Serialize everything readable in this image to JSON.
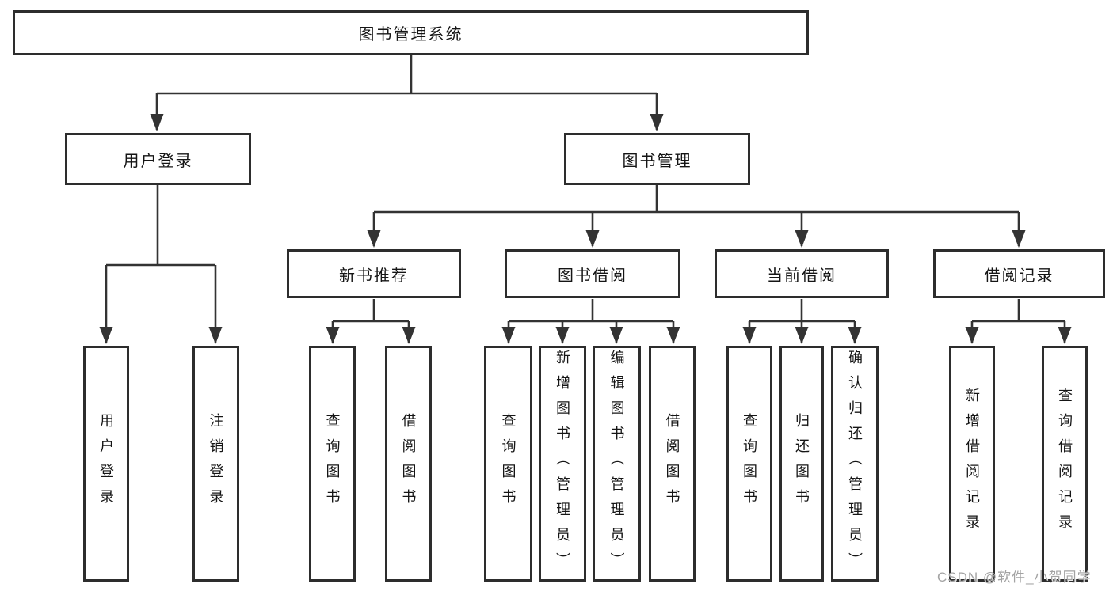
{
  "tree": {
    "root": {
      "label": "图书管理系统"
    },
    "branches": [
      {
        "label": "用户登录",
        "children": [
          {
            "label": "用户登录"
          },
          {
            "label": "注销登录"
          }
        ]
      },
      {
        "label": "图书管理",
        "children": [
          {
            "label": "新书推荐",
            "children": [
              {
                "label": "查询图书"
              },
              {
                "label": "借阅图书"
              }
            ]
          },
          {
            "label": "图书借阅",
            "children": [
              {
                "label": "查询图书"
              },
              {
                "label": "新增图书（管理员）"
              },
              {
                "label": "编辑图书（管理员）"
              },
              {
                "label": "借阅图书"
              }
            ]
          },
          {
            "label": "当前借阅",
            "children": [
              {
                "label": "查询图书"
              },
              {
                "label": "归还图书"
              },
              {
                "label": "确认归还（管理员）"
              }
            ]
          },
          {
            "label": "借阅记录",
            "children": [
              {
                "label": "新增借阅记录"
              },
              {
                "label": "查询借阅记录"
              }
            ]
          }
        ]
      }
    ]
  },
  "watermark": {
    "text": "CSDN @软件_小贺同学"
  },
  "colors": {
    "line": "#333333",
    "box_border": "#2d2d2d",
    "text": "#151515",
    "watermark": "#a3a3a3",
    "background": "#ffffff"
  }
}
